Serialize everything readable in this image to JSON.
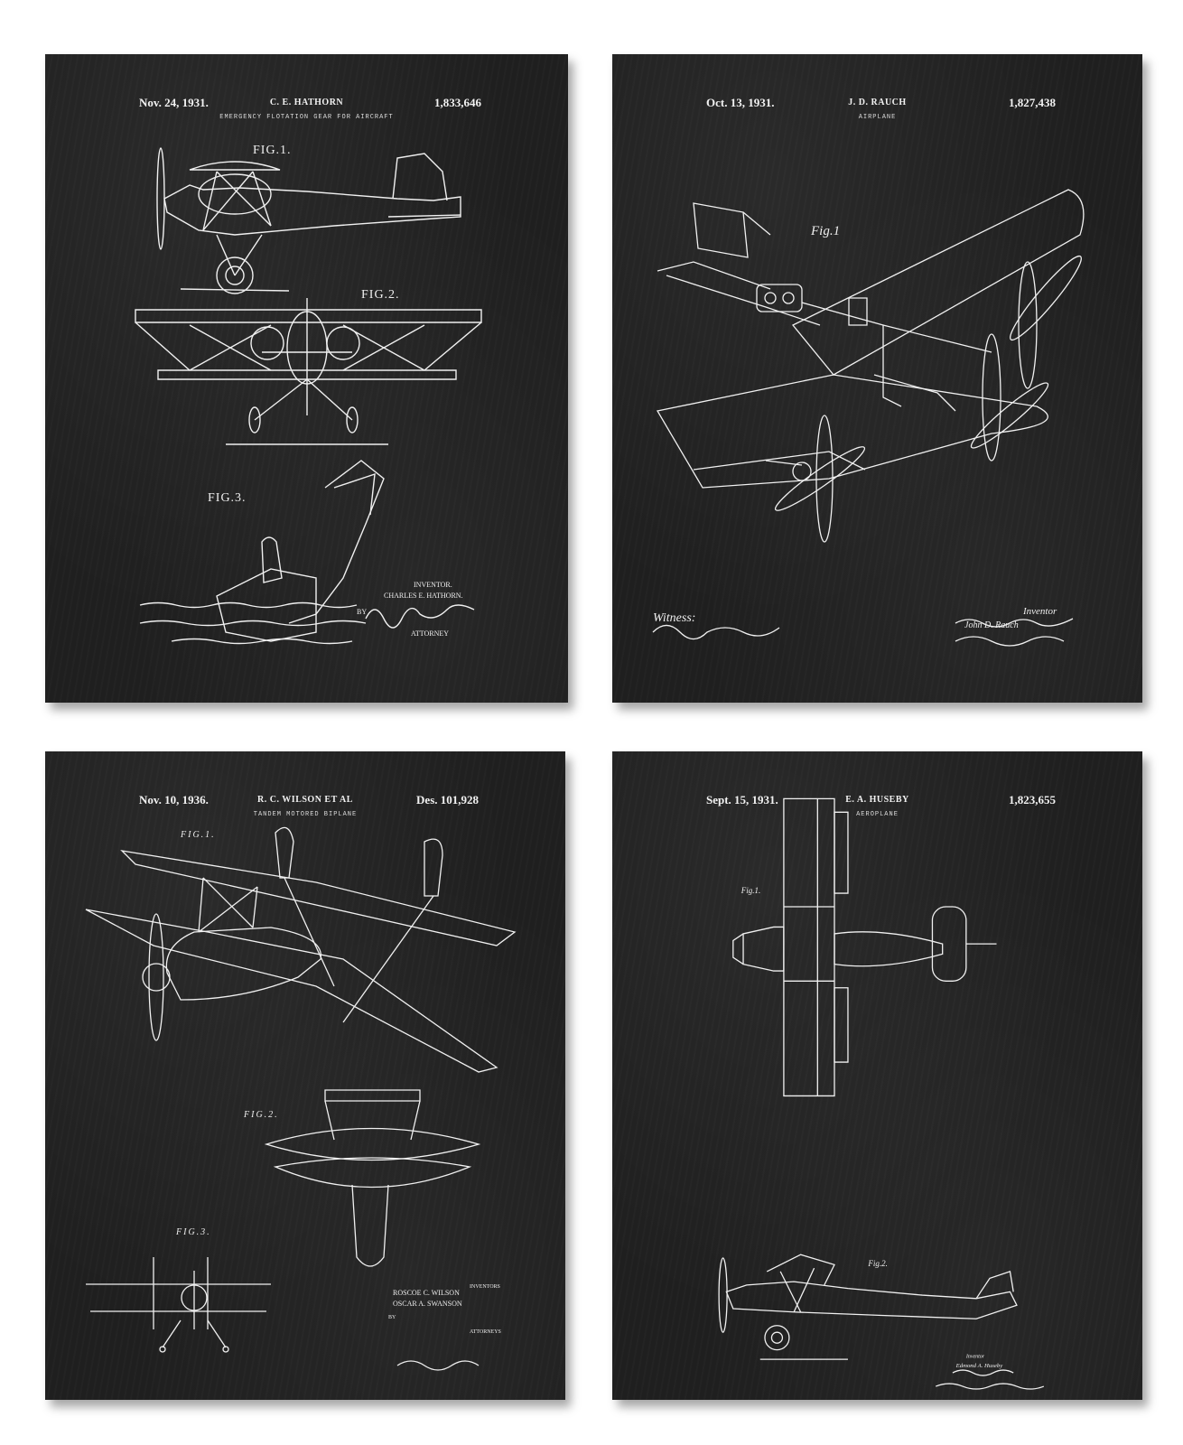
{
  "posters": [
    {
      "date": "Nov. 24, 1931.",
      "inventor_header": "C. E. HATHORN",
      "number": "1,833,646",
      "subtitle": "EMERGENCY FLOTATION GEAR FOR AIRCRAFT",
      "fig_labels": [
        "FIG.1.",
        "FIG.2.",
        "FIG.3."
      ],
      "signature_block": [
        "INVENTOR.",
        "CHARLES E. HATHORN.",
        "BY",
        "ATTORNEY"
      ]
    },
    {
      "date": "Oct. 13, 1931.",
      "inventor_header": "J. D. RAUCH",
      "number": "1,827,438",
      "subtitle": "AIRPLANE",
      "fig_labels": [
        "Fig.1"
      ],
      "signature_block": [
        "Witness:",
        "Inventor",
        "John D. Rauch"
      ]
    },
    {
      "date": "Nov. 10, 1936.",
      "inventor_header": "R. C. WILSON ET AL",
      "number": "Des. 101,928",
      "subtitle": "TANDEM MOTORED BIPLANE",
      "fig_labels": [
        "FIG.1.",
        "FIG.2.",
        "FIG.3."
      ],
      "signature_block": [
        "INVENTORS",
        "ROSCOE C. WILSON",
        "OSCAR A. SWANSON",
        "BY",
        "ATTORNEYS"
      ]
    },
    {
      "date": "Sept. 15, 1931.",
      "inventor_header": "E. A. HUSEBY",
      "number": "1,823,655",
      "subtitle": "AEROPLANE",
      "fig_labels": [
        "Fig.1.",
        "Fig.2."
      ],
      "signature_block": [
        "Inventor",
        "Edmond A. Huseby"
      ]
    }
  ],
  "colors": {
    "poster_bg": "#1f1f1f",
    "line": "#f0f0f0",
    "page_bg": "#ffffff"
  }
}
